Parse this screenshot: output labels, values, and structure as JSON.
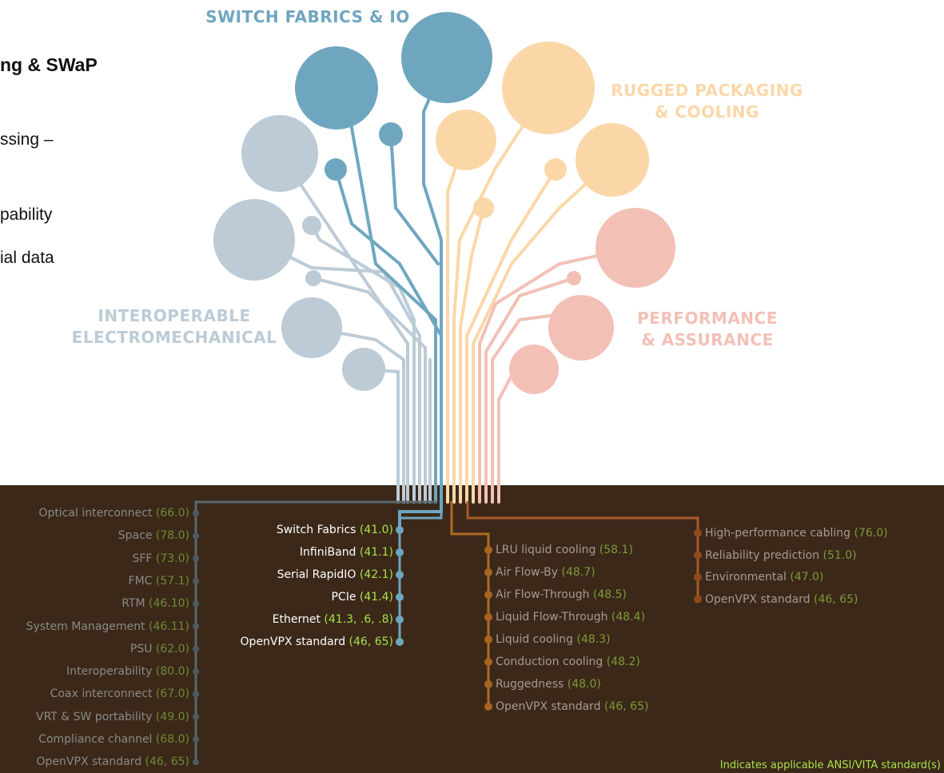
{
  "slide": {
    "title": "ng & SWaP",
    "lines": [
      "ssing –",
      "pability",
      "ial data"
    ]
  },
  "categories": {
    "switch": [
      "SWITCH FABRICS & IO"
    ],
    "rugged": [
      "RUGGED PACKAGING",
      "& COOLING"
    ],
    "interop": [
      "INTEROPERABLE",
      "ELECTROMECHANICAL"
    ],
    "perf": [
      "PERFORMANCE",
      "& ASSURANCE"
    ]
  },
  "colors": {
    "switch": "#6fa6bf",
    "switch_light": "#c0d8e3",
    "rugged": "#fbd7a8",
    "interop": "#bccbd6",
    "perf": "#f3c0b6",
    "panel": "#3b2818",
    "standard_green": "#a8e04a"
  },
  "interop_items": [
    {
      "name": "Optical interconnect",
      "num": "(66.0)"
    },
    {
      "name": "Space",
      "num": "(78.0)"
    },
    {
      "name": "SFF",
      "num": "(73.0)"
    },
    {
      "name": "FMC",
      "num": "(57.1)"
    },
    {
      "name": "RTM",
      "num": "(46.10)"
    },
    {
      "name": "System Management",
      "num": "(46.11)"
    },
    {
      "name": "PSU",
      "num": "(62.0)"
    },
    {
      "name": "Interoperability",
      "num": "(80.0)"
    },
    {
      "name": "Coax interconnect",
      "num": "(67.0)"
    },
    {
      "name": "VRT & SW portability",
      "num": "(49.0)"
    },
    {
      "name": "Compliance channel",
      "num": "(68.0)"
    },
    {
      "name": "OpenVPX standard",
      "num": "(46, 65)"
    }
  ],
  "switch_items": [
    {
      "name": "Switch Fabrics",
      "num": "(41.0)"
    },
    {
      "name": "InfiniBand",
      "num": "(41.1)"
    },
    {
      "name": "Serial RapidIO",
      "num": "(42.1)"
    },
    {
      "name": "PCIe",
      "num": "(41.4)"
    },
    {
      "name": "Ethernet",
      "num": "(41.3, .6, .8)"
    },
    {
      "name": "OpenVPX standard",
      "num": "(46, 65)"
    }
  ],
  "rugged_items": [
    {
      "name": "LRU liquid cooling",
      "num": "(58.1)"
    },
    {
      "name": "Air Flow-By",
      "num": "(48.7)"
    },
    {
      "name": "Air Flow-Through",
      "num": "(48.5)"
    },
    {
      "name": "Liquid Flow-Through",
      "num": "(48.4)"
    },
    {
      "name": "Liquid cooling",
      "num": "(48.3)"
    },
    {
      "name": "Conduction cooling",
      "num": "(48.2)"
    },
    {
      "name": "Ruggedness",
      "num": "(48.0)"
    },
    {
      "name": "OpenVPX standard",
      "num": "(46, 65)"
    }
  ],
  "perf_items": [
    {
      "name": "High-performance cabling",
      "num": "(76.0)"
    },
    {
      "name": "Reliability prediction",
      "num": "(51.0)"
    },
    {
      "name": "Environmental",
      "num": "(47.0)"
    },
    {
      "name": "OpenVPX standard",
      "num": "(46, 65)"
    }
  ],
  "legend_note": "Indicates applicable ANSI/VITA standard(s)"
}
